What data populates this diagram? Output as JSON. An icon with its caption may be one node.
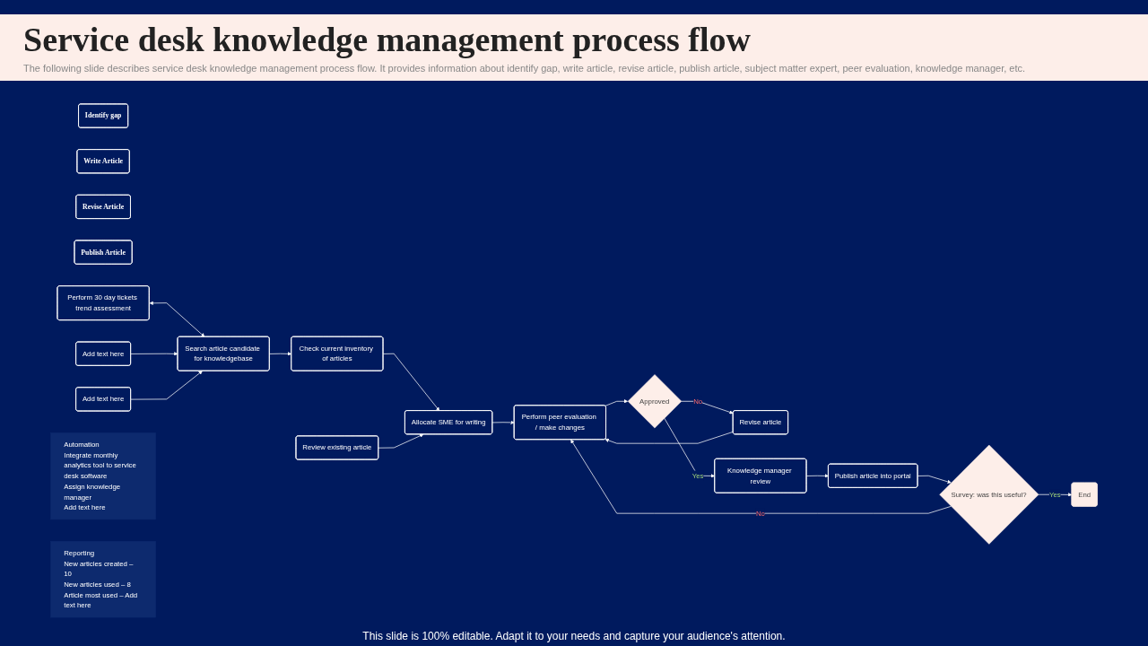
{
  "diagram": {
    "title": "Service desk knowledge management process flow",
    "nodes": [
      {
        "text": [
          "Identify gap"
        ]
      },
      {
        "text": [
          "Write Article"
        ]
      },
      {
        "text": [
          "Revise Article"
        ]
      },
      {
        "text": [
          "Publish Article"
        ]
      },
      {
        "text": [
          "Perform 30 day tickets trend assessment"
        ]
      },
      {
        "text": [
          "Add text here"
        ]
      },
      {
        "text": [
          "Add text here"
        ]
      },
      {
        "text": [
          "Review existing article"
        ]
      },
      {
        "text": [
          "Search article candidate for knowledgebase"
        ]
      },
      {
        "text": [
          "Check current inventory of articles"
        ]
      },
      {
        "text": [
          "Allocate SME for writing"
        ]
      },
      {
        "text": [
          "Perform peer evaluation / make changes"
        ]
      },
      {
        "text": [
          "Approved"
        ]
      },
      {
        "text": [
          "Revise article"
        ]
      },
      {
        "text": [
          "Knowledge manager review"
        ]
      },
      {
        "text": [
          "Publish article into portal"
        ]
      },
      {
        "text": [
          "Survey: was this useful?"
        ]
      },
      {
        "text": [
          "End"
        ]
      },
      {
        "text": [
          "Automation",
          "Integrate monthly analytics tool to service desk software",
          "Assign knowledge manager",
          "Add text here"
        ]
      },
      {
        "text": [
          "Reporting",
          "New articles created – 10",
          "New articles used – 8",
          "Article most used – Add text here"
        ]
      }
    ],
    "edges": [
      {
        "from": 4,
        "to": 8,
        "arrow": "both"
      },
      {
        "from": 5,
        "to": 8,
        "arrow": "to"
      },
      {
        "from": 6,
        "to": 8,
        "arrow": "to"
      },
      {
        "from": 8,
        "to": 9,
        "arrow": "to"
      },
      {
        "from": 9,
        "to": 10,
        "arrow": "to"
      },
      {
        "from": 7,
        "to": 10,
        "arrow": "to"
      },
      {
        "from": 10,
        "to": 11,
        "arrow": "to"
      },
      {
        "from": 11,
        "to": 12,
        "arrow": "to"
      },
      {
        "from": 12,
        "to": 13,
        "arrow": "to",
        "label": "No"
      },
      {
        "from": 13,
        "to": 11,
        "arrow": "to"
      },
      {
        "from": 12,
        "to": 14,
        "arrow": "to",
        "label": "Yes"
      },
      {
        "from": 14,
        "to": 15,
        "arrow": "to"
      },
      {
        "from": 15,
        "to": 16,
        "arrow": "to"
      },
      {
        "from": 16,
        "to": 17,
        "arrow": "to",
        "label": "Yes"
      },
      {
        "from": 16,
        "to": 11,
        "arrow": "to",
        "label": "No"
      }
    ],
    "labels": [
      "The following slide describes service desk knowledge management process flow. It provides information about identify gap, write article, revise article, publish article, subject matter expert, peer evaluation, knowledge manager, etc.",
      "This slide is 100% editable. Adapt it to your needs and capture your audience's attention."
    ]
  }
}
